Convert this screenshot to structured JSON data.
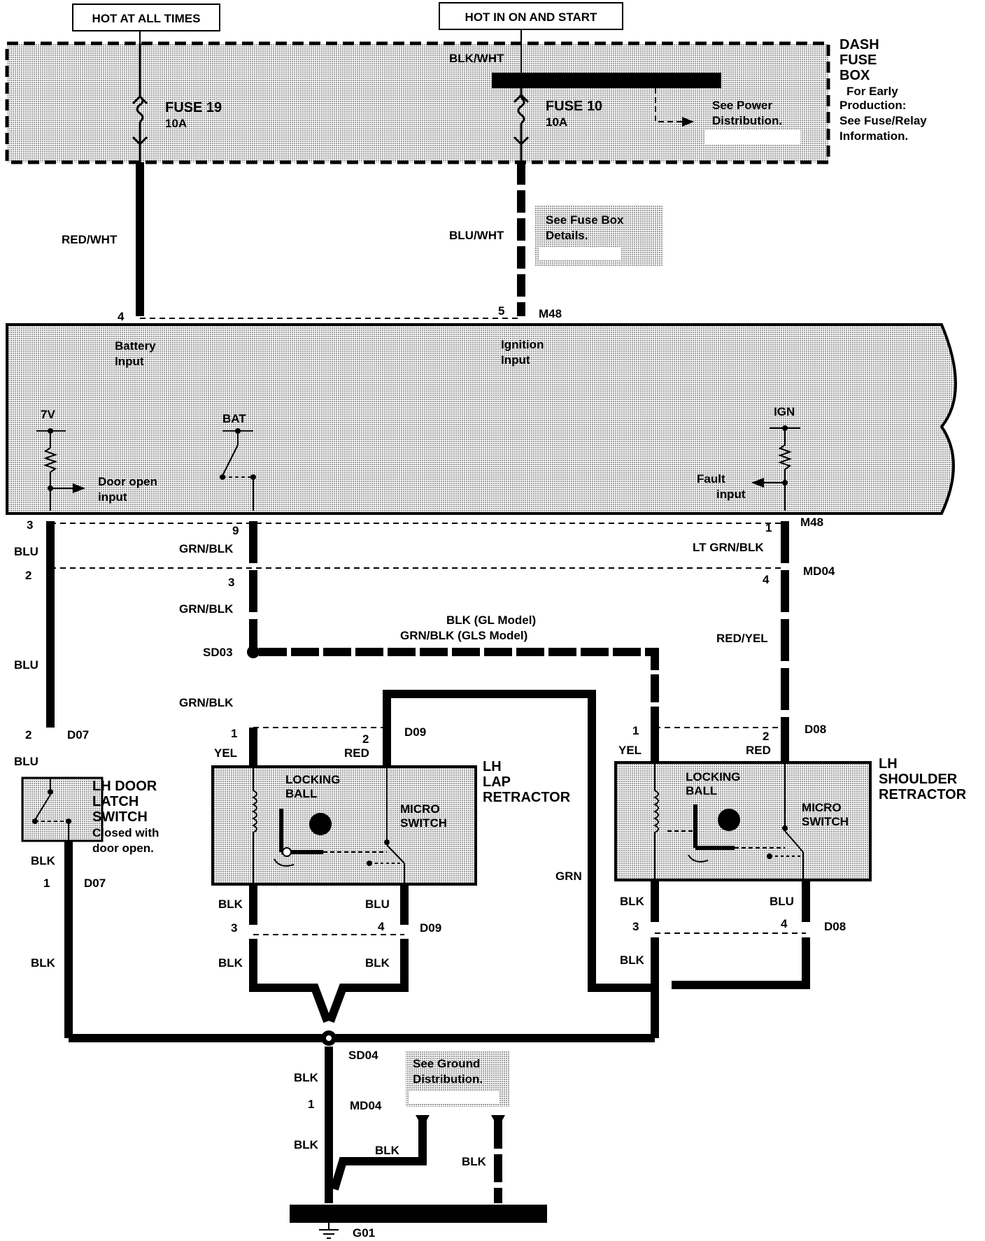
{
  "colors": {
    "ink": "#000000",
    "shade": "#c8c8c8",
    "paper": "#ffffff"
  },
  "header": {
    "hot_at_all_times": "HOT AT ALL TIMES",
    "hot_in_on_and_start": "HOT IN ON AND START"
  },
  "fuse_box": {
    "title": [
      "DASH",
      "FUSE",
      "BOX"
    ],
    "note": [
      "For Early",
      "Production:",
      "See Fuse/Relay",
      "Information."
    ],
    "fuse19": {
      "name": "FUSE 19",
      "rating": "10A"
    },
    "fuse10": {
      "name": "FUSE 10",
      "rating": "10A"
    },
    "see_power": [
      "See Power",
      "Distribution."
    ],
    "bus_wire": "BLK/WHT"
  },
  "see_fuse_box": [
    "See Fuse Box",
    "Details."
  ],
  "module": {
    "battery_input": [
      "Battery",
      "Input"
    ],
    "ignition_input": [
      "Ignition",
      "Input"
    ],
    "v7": "7V",
    "bat": "BAT",
    "ign": "IGN",
    "door_open_input": [
      "Door open",
      "input"
    ],
    "fault_input": [
      "Fault",
      "input"
    ]
  },
  "wires": {
    "red_wht": "RED/WHT",
    "blu_wht": "BLU/WHT",
    "blu": "BLU",
    "grn_blk": "GRN/BLK",
    "lt_grn_blk": "LT GRN/BLK",
    "red_yel": "RED/YEL",
    "blk_gl": "BLK (GL Model)",
    "grn_blk_gls": "GRN/BLK (GLS Model)",
    "yel": "YEL",
    "red": "RED",
    "blk": "BLK",
    "grn": "GRN"
  },
  "connectors": {
    "m48": "M48",
    "md04": "MD04",
    "d07": "D07",
    "d09": "D09",
    "d08": "D08",
    "sd03": "SD03",
    "sd04": "SD04",
    "g01": "G01"
  },
  "pins": {
    "p1": "1",
    "p2": "2",
    "p3": "3",
    "p4": "4",
    "p5": "5",
    "p9": "9"
  },
  "components": {
    "door_switch": [
      "LH DOOR",
      "LATCH",
      "SWITCH"
    ],
    "door_switch_note": [
      "Closed with",
      "door open."
    ],
    "lap_retractor": [
      "LH",
      "LAP",
      "RETRACTOR"
    ],
    "shoulder_retractor": [
      "LH",
      "SHOULDER",
      "RETRACTOR"
    ],
    "locking_ball": [
      "LOCKING",
      "BALL"
    ],
    "micro_switch": [
      "MICRO",
      "SWITCH"
    ]
  },
  "see_ground": [
    "See Ground",
    "Distribution."
  ]
}
